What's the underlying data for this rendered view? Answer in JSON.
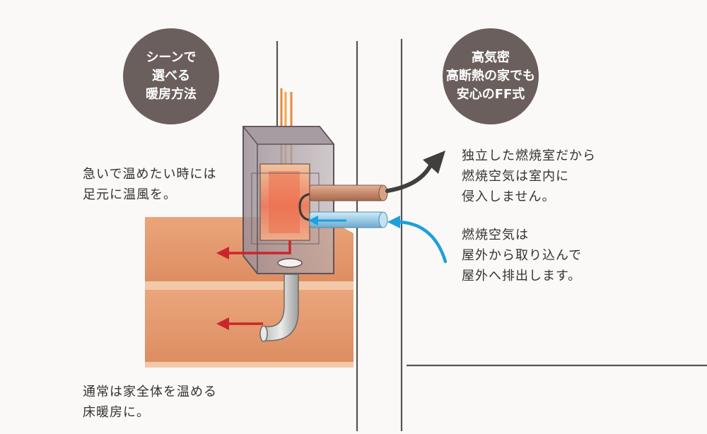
{
  "bubbles": {
    "left": {
      "lines": [
        "シーンで",
        "選べる",
        "暖房方法"
      ]
    },
    "right": {
      "lines": [
        "高気密",
        "高断熱の家でも",
        "安心のFF式"
      ]
    }
  },
  "captions": {
    "warm_air": {
      "lines": [
        "急いで温めたい時には",
        "足元に温風を。"
      ]
    },
    "floor_heating": {
      "lines": [
        "通常は家全体を温める",
        "床暖房に。"
      ]
    },
    "exhaust": {
      "lines": [
        "独立した燃焼室だから",
        "燃焼空気は室内に",
        "侵入しません。"
      ]
    },
    "intake": {
      "lines": [
        "燃焼空気は",
        "屋外から取り込んで",
        "屋外へ排出します。"
      ]
    }
  },
  "colors": {
    "bubble": "#6b5f5d",
    "floor": "#e6a276",
    "floor_top": "#f2c9a8",
    "heater_body": "#8c7f86",
    "flame": "#e8603e",
    "red_arrow": "#c9262c",
    "blue_arrow": "#1e9fdb",
    "dark_arrow": "#3f3f3f",
    "exhaust_pipe": "#c88a6c",
    "intake_pipe": "#9ccbe6",
    "wall_line": "#555555"
  }
}
